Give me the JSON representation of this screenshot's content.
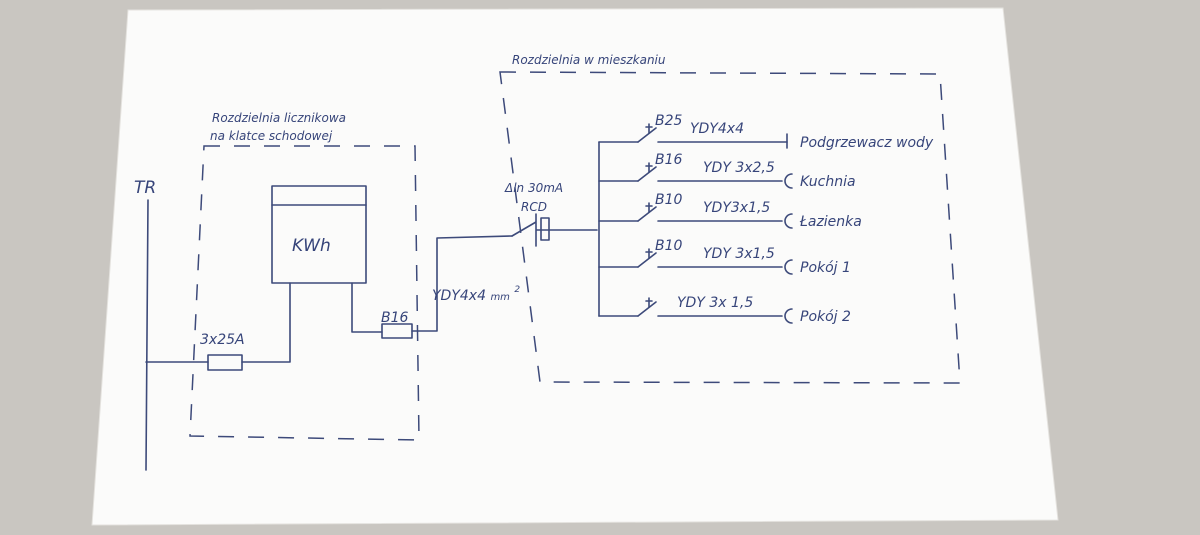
{
  "labels": {
    "tr": "TR",
    "meter_box_title_1": "Rozdzielnia licznikowa",
    "meter_box_title_2": "na klatce schodowej",
    "meter": "KWh",
    "main_fuse": "3x25A",
    "meter_breaker": "B16",
    "feed_cable": "YDY4x4",
    "feed_cable_unit": "mm",
    "feed_cable_sup": "2",
    "apartment_box_title": "Rozdzielnia w mieszkaniu",
    "rcd_rating": "Δln 30mA",
    "rcd": "RCD"
  },
  "circuits": [
    {
      "breaker": "B25",
      "cable": "YDY4x4",
      "load": "Podgrzewacz wody"
    },
    {
      "breaker": "B16",
      "cable": "YDY 3x2,5",
      "load": "Kuchnia"
    },
    {
      "breaker": "B10",
      "cable": "YDY3x1,5",
      "load": "Łazienka"
    },
    {
      "breaker": "B10",
      "cable": "YDY 3x1,5",
      "load": "Pokój 1"
    },
    {
      "breaker": "",
      "cable": "YDY 3x 1,5",
      "load": "Pokój 2"
    }
  ],
  "colors": {
    "ink": "#3d4a7a",
    "paper": "#fbfbfa",
    "background": "#c9c6c1"
  }
}
